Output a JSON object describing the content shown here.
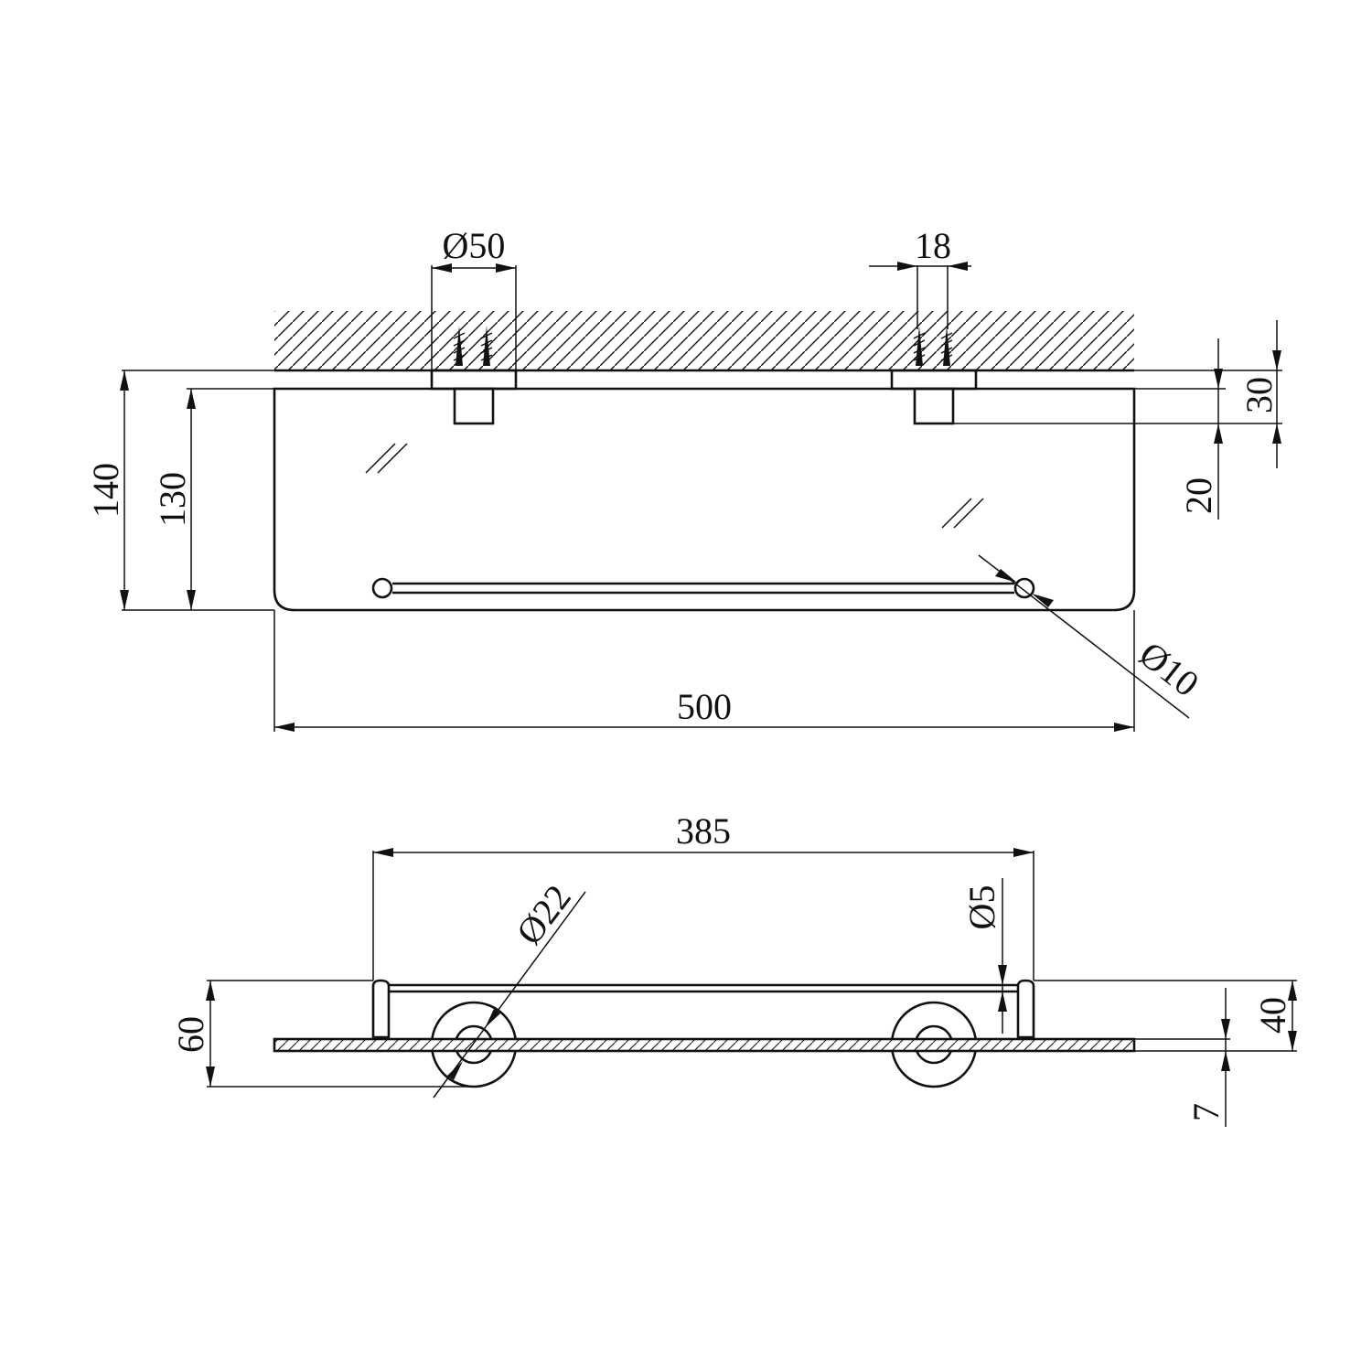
{
  "colors": {
    "line": "#111111",
    "background": "#ffffff"
  },
  "top_view": {
    "dim_bracket_diameter": "Ø50",
    "dim_screw_spacing": "18",
    "dim_depth_total": "140",
    "dim_depth_glass": "130",
    "dim_bracket_depth": "30",
    "dim_bracket_offset": "20",
    "dim_rail_diameter": "Ø10",
    "dim_width": "500"
  },
  "side_view": {
    "dim_rail_length": "385",
    "dim_rosette_diameter": "Ø22",
    "dim_rod_diameter": "Ø5",
    "dim_height_total": "60",
    "dim_rail_height": "40",
    "dim_glass_thickness": "7"
  }
}
